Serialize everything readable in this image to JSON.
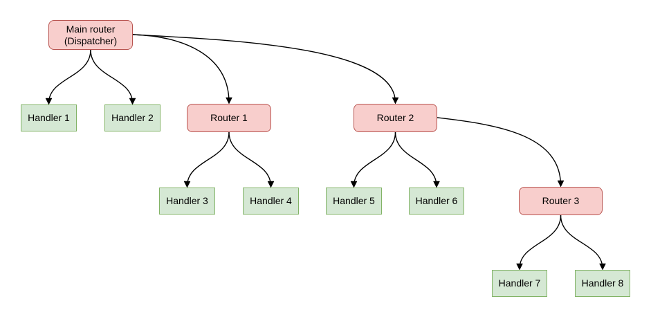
{
  "colors": {
    "background": "#ffffff",
    "router_fill": "#f8cecc",
    "router_border": "#b85450",
    "handler_fill": "#d5e8d4",
    "handler_border": "#82b366",
    "edge_color": "#000000"
  },
  "nodes": {
    "main": {
      "type": "router",
      "label_line1": "Main router",
      "label_line2": "(Dispatcher)"
    },
    "router1": {
      "type": "router",
      "label": "Router 1"
    },
    "router2": {
      "type": "router",
      "label": "Router 2"
    },
    "router3": {
      "type": "router",
      "label": "Router 3"
    },
    "handler1": {
      "type": "handler",
      "label": "Handler 1"
    },
    "handler2": {
      "type": "handler",
      "label": "Handler 2"
    },
    "handler3": {
      "type": "handler",
      "label": "Handler 3"
    },
    "handler4": {
      "type": "handler",
      "label": "Handler 4"
    },
    "handler5": {
      "type": "handler",
      "label": "Handler 5"
    },
    "handler6": {
      "type": "handler",
      "label": "Handler 6"
    },
    "handler7": {
      "type": "handler",
      "label": "Handler 7"
    },
    "handler8": {
      "type": "handler",
      "label": "Handler 8"
    }
  },
  "edges": [
    {
      "from": "main",
      "to": "handler1"
    },
    {
      "from": "main",
      "to": "handler2"
    },
    {
      "from": "main",
      "to": "router1"
    },
    {
      "from": "main",
      "to": "router2"
    },
    {
      "from": "router1",
      "to": "handler3"
    },
    {
      "from": "router1",
      "to": "handler4"
    },
    {
      "from": "router2",
      "to": "handler5"
    },
    {
      "from": "router2",
      "to": "handler6"
    },
    {
      "from": "router2",
      "to": "router3"
    },
    {
      "from": "router3",
      "to": "handler7"
    },
    {
      "from": "router3",
      "to": "handler8"
    }
  ]
}
